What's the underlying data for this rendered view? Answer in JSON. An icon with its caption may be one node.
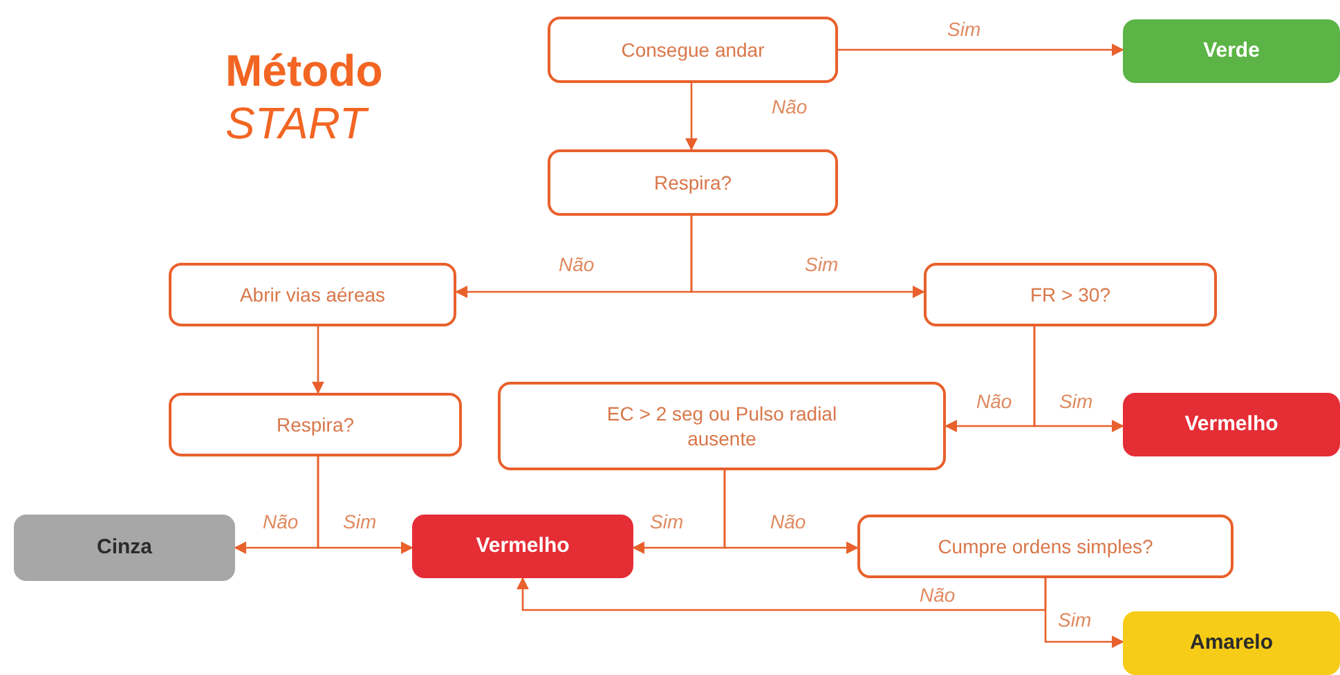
{
  "diagram": {
    "title": "**Método** *START*",
    "nodes": [
      {
        "text": [
          "Consegue andar"
        ]
      },
      {
        "text": [
          "Verde"
        ]
      },
      {
        "text": [
          "Respira?"
        ]
      },
      {
        "text": [
          "Abrir vias aéreas"
        ]
      },
      {
        "text": [
          "FR > 30?"
        ]
      },
      {
        "text": [
          "Respira?"
        ]
      },
      {
        "text": [
          "EC > 2 seg ou Pulso radial ausente"
        ]
      },
      {
        "text": [
          "Vermelho"
        ]
      },
      {
        "text": [
          "Cinza"
        ]
      },
      {
        "text": [
          "Vermelho"
        ]
      },
      {
        "text": [
          "Cumpre ordens simples?"
        ]
      },
      {
        "text": [
          "Amarelo"
        ]
      }
    ],
    "edges": [
      {
        "from": 0,
        "to": 1,
        "arrow": "to",
        "label": "Sim"
      },
      {
        "from": 0,
        "to": 2,
        "arrow": "to",
        "label": "Não"
      },
      {
        "from": 2,
        "to": 3,
        "arrow": "to",
        "label": "Não"
      },
      {
        "from": 2,
        "to": 4,
        "arrow": "to",
        "label": "Sim"
      },
      {
        "from": 3,
        "to": 5,
        "arrow": "to"
      },
      {
        "from": 4,
        "to": 6,
        "arrow": "to",
        "label": "Não"
      },
      {
        "from": 4,
        "to": 7,
        "arrow": "to",
        "label": "Sim"
      },
      {
        "from": 5,
        "to": 8,
        "arrow": "to",
        "label": "Não"
      },
      {
        "from": 5,
        "to": 9,
        "arrow": "to",
        "label": "Sim"
      },
      {
        "from": 6,
        "to": 9,
        "arrow": "to",
        "label": "Sim"
      },
      {
        "from": 6,
        "to": 10,
        "arrow": "to",
        "label": "Não"
      },
      {
        "from": 10,
        "to": 9,
        "arrow": "to",
        "label": "Não"
      },
      {
        "from": 10,
        "to": 11,
        "arrow": "to",
        "label": "Sim"
      }
    ]
  }
}
